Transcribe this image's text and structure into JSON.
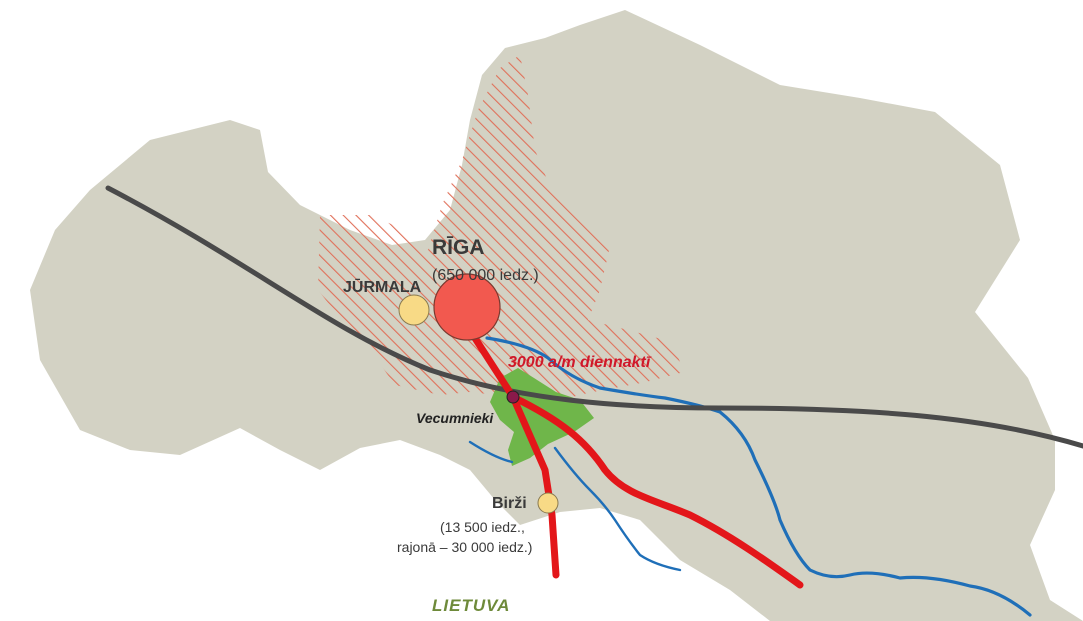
{
  "colors": {
    "land": "#d3d2c4",
    "sea": "#ffffff",
    "metro_hatch": "#e0705a",
    "municipality": "#6fb64a",
    "river": "#1f6fb8",
    "road": "#e3161a",
    "railway": "#4a4a4a",
    "capital": "#f2594f",
    "town": "#f8da86"
  },
  "labels": {
    "capital_name": "RĪGA",
    "capital_population": "(650 000 iedz.)",
    "coastal_city": "JŪRMALA",
    "traffic_volume": "3000 a/m diennaktī",
    "village": "Vecumnieki",
    "border_town": "Birži",
    "border_town_population_1": "(13 500 iedz.,",
    "border_town_population_2": "rajonā – 30 000 iedz.)",
    "neighbour_country": "LIETUVA"
  },
  "icons": {
    "capital_marker": "city-circle-large",
    "town_marker": "city-circle-small",
    "village_marker": "village-dot"
  }
}
